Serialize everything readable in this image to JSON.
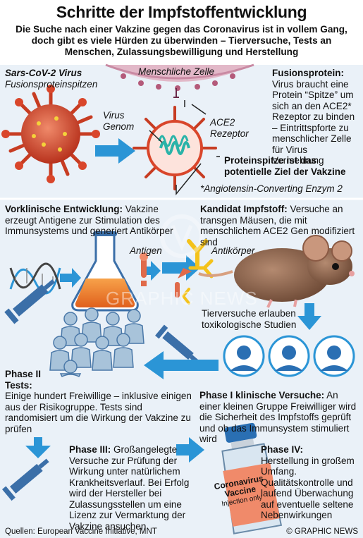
{
  "title": "Schritte der Impfstoffentwicklung",
  "subtitle": "Die Suche nach einer Vakzine gegen das Coronavirus ist in vollem Gang, doch gibt es viele Hürden zu überwinden – Tierversuche, Tests an Menschen, Zulassungsbewilligung und Herstellung",
  "virus": {
    "label": "Sars-CoV-2 Virus",
    "spikes": "Fusionsproteinspitzen",
    "cell": "Menschliche Zelle",
    "genome": "Virus Genom",
    "ace2": "ACE2 Rezeptor"
  },
  "fusion": {
    "heading": "Fusionsprotein:",
    "text": "Virus braucht eine Protein “Spitze” um sich an den ACE2* Rezeptor zu binden – Eintrittspforte zu menschlicher Zelle für Virus Vermehrung"
  },
  "target": "Proteinspitze ist das potentielle Ziel der Vakzine",
  "footnote": "*Angiotensin-Converting Enzym 2",
  "preclinical": {
    "heading": "Vorklinische Entwicklung:",
    "text": "Vakzine erzeugt Antigene zur Stimulation des Immunsystems und generiert Antikörper"
  },
  "antigen": "Antigen",
  "antibody": "Antikörper",
  "candidate": {
    "heading": "Kandidat Impfstoff:",
    "text": "Versuche an transgen Mäusen, die mit menschlichem ACE2 Gen modifiziert sind"
  },
  "animal": "Tierversuche erlauben toxikologische Studien",
  "phase2": {
    "heading": "Phase II Tests:",
    "text": "Einige hundert Freiwillige – inklusive einigen aus der Risikogruppe. Tests sind randomisiert um die Wirkung der Vakzine zu prüfen"
  },
  "phase1": {
    "heading": "Phase I klinische Versuche:",
    "text": "An einer kleinen Gruppe Freiwilliger wird die Sicherheit des Impfstoffs geprüft und ob das Immunsystem stimuliert wird"
  },
  "phase3": {
    "heading": "Phase III:",
    "text": "Großangelegte Versuche zur Prüfung der Wirkung unter natürlichem Krankheitsverlauf. Bei Erfolg wird der Hersteller bei Zulassungsstellen um eine Lizenz zur Vermarktung der Vakzine ansuchen"
  },
  "phase4": {
    "heading": "Phase IV:",
    "text": "Herstellung in großem Umfang. Qualitätskontrolle und laufend Überwachung auf eventuelle seltene Nebenwirkungen"
  },
  "vial": {
    "line1": "Coronavirus",
    "line2": "Vaccine",
    "line3": "Injection only"
  },
  "watermark": "GRAPHIC NEWS",
  "sources": "Quellen: European Vaccine Initiative, MNT",
  "credit": "© GRAPHIC NEWS",
  "colors": {
    "arrow": "#2b95d6",
    "virus": "#d9462b",
    "people": "#a8c3da",
    "background": "#eaf1f8"
  }
}
